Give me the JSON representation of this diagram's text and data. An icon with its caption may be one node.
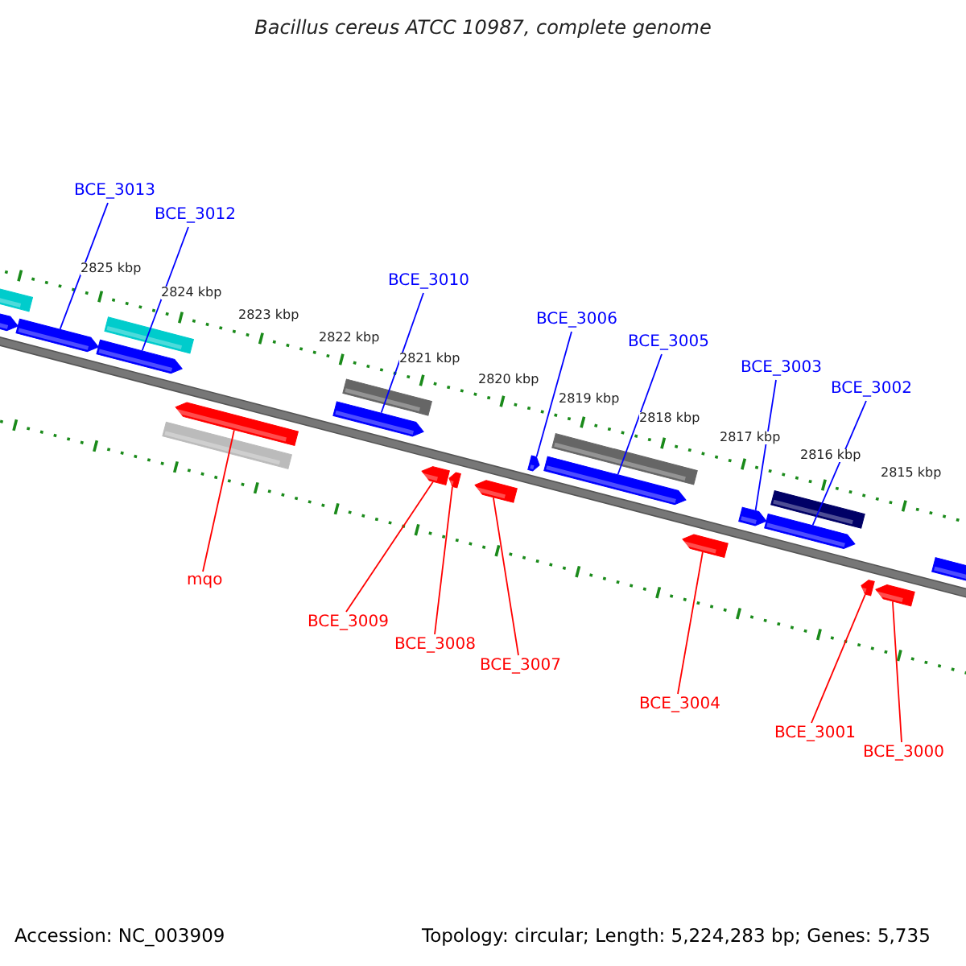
{
  "diagram": {
    "title": "Bacillus cereus ATCC 10987, complete genome",
    "nodes": [
      {
        "text": [
          "BCE_3013"
        ]
      },
      {
        "text": [
          "BCE_3012"
        ]
      },
      {
        "text": [
          "BCE_3010"
        ]
      },
      {
        "text": [
          "BCE_3006"
        ]
      },
      {
        "text": [
          "BCE_3005"
        ]
      },
      {
        "text": [
          "BCE_3003"
        ]
      },
      {
        "text": [
          "BCE_3002"
        ]
      },
      {
        "text": [
          "mqo"
        ]
      },
      {
        "text": [
          "BCE_3009"
        ]
      },
      {
        "text": [
          "BCE_3008"
        ]
      },
      {
        "text": [
          "BCE_3007"
        ]
      },
      {
        "text": [
          "BCE_3004"
        ]
      },
      {
        "text": [
          "BCE_3001"
        ]
      },
      {
        "text": [
          "BCE_3000"
        ]
      },
      {
        "text": [],
        "shape": "bar"
      },
      {
        "text": [],
        "shape": "bar"
      },
      {
        "text": [],
        "shape": "bar"
      },
      {
        "text": [],
        "shape": "bar"
      },
      {
        "text": [],
        "shape": "bar"
      },
      {
        "text": [],
        "shape": "bar"
      },
      {
        "text": [],
        "shape": "bar"
      },
      {
        "text": [],
        "shape": "bar"
      },
      {
        "text": [],
        "shape": "bar"
      },
      {
        "text": [],
        "shape": "bar"
      },
      {
        "text": [],
        "shape": "bar"
      },
      {
        "text": [],
        "shape": "bar"
      },
      {
        "text": [],
        "shape": "bar"
      },
      {
        "text": [],
        "shape": "bar"
      }
    ],
    "edges": [
      {
        "from": 0,
        "to": 14,
        "arrow": "none"
      },
      {
        "from": 1,
        "to": 15,
        "arrow": "none"
      },
      {
        "from": 2,
        "to": 16,
        "arrow": "none"
      },
      {
        "from": 3,
        "to": 17,
        "arrow": "none"
      },
      {
        "from": 4,
        "to": 18,
        "arrow": "none"
      },
      {
        "from": 5,
        "to": 19,
        "arrow": "none"
      },
      {
        "from": 6,
        "to": 20,
        "arrow": "none"
      },
      {
        "from": 7,
        "to": 21,
        "arrow": "none",
        "color": "#ff0000"
      },
      {
        "from": 8,
        "to": 22,
        "arrow": "none",
        "color": "#ff0000"
      },
      {
        "from": 9,
        "to": 23,
        "arrow": "none",
        "color": "#ff0000"
      },
      {
        "from": 10,
        "to": 24,
        "arrow": "none",
        "color": "#ff0000"
      },
      {
        "from": 11,
        "to": 25,
        "arrow": "none",
        "color": "#ff0000"
      },
      {
        "from": 12,
        "to": 26,
        "arrow": "none",
        "color": "#ff0000"
      },
      {
        "from": 13,
        "to": 27,
        "arrow": "none",
        "color": "#ff0000"
      }
    ],
    "labels": [
      "2825 kbp",
      "2824 kbp",
      "2823 kbp",
      "2822 kbp",
      "2821 kbp",
      "2820 kbp",
      "2819 kbp",
      "2818 kbp",
      "2817 kbp",
      "2816 kbp",
      "2815 kbp",
      "Accession: NC_003909",
      "Topology: circular; Length: 5,224,283 bp; Genes: 5,735"
    ]
  }
}
